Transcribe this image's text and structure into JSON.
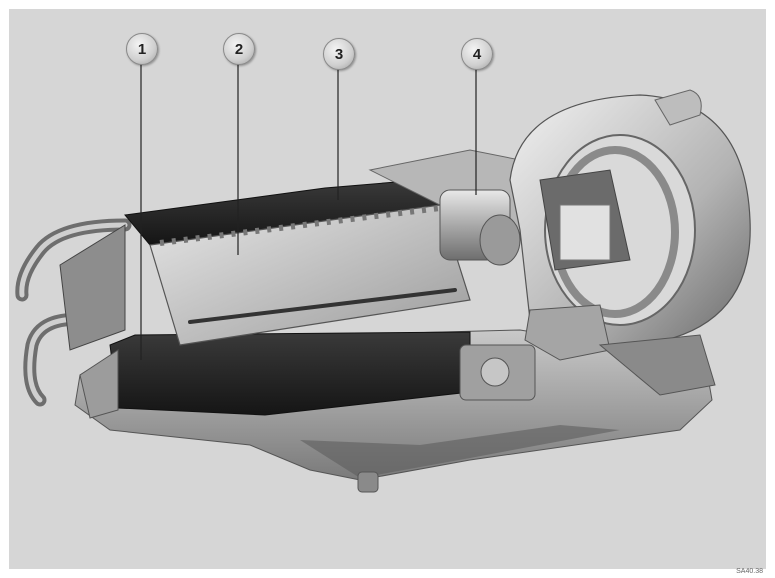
{
  "callouts": [
    {
      "label": "1"
    },
    {
      "label": "2"
    },
    {
      "label": "3"
    },
    {
      "label": "4"
    }
  ],
  "reference_code": "SA40.38"
}
